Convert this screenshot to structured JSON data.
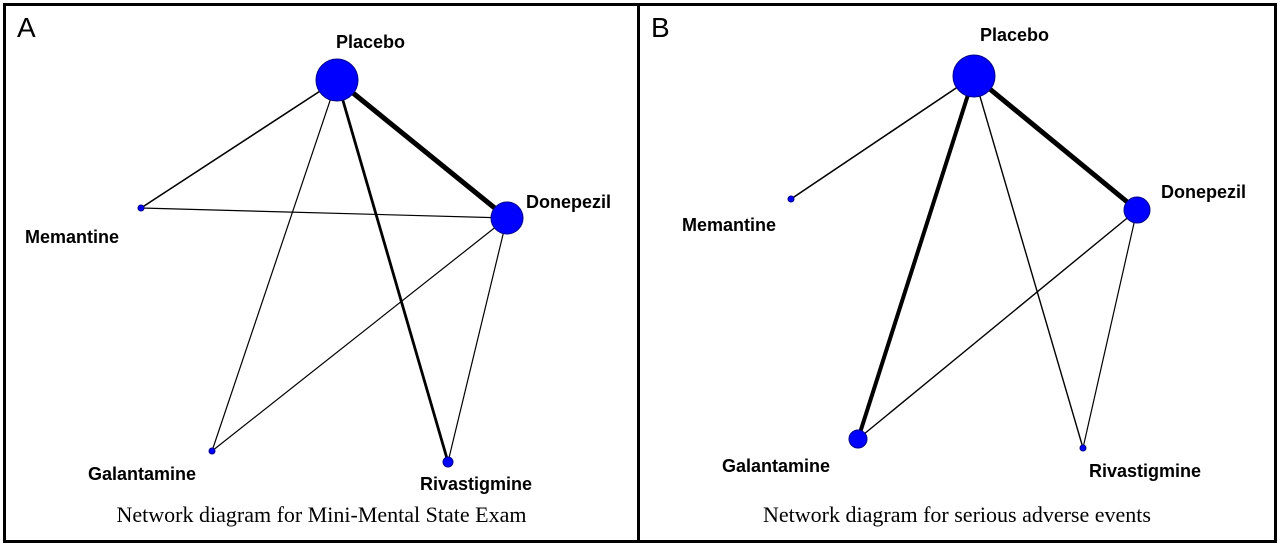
{
  "panels": [
    {
      "letter": "A",
      "caption": "Network diagram for Mini-Mental State Exam",
      "nodes": [
        {
          "id": "placebo",
          "label": "Placebo"
        },
        {
          "id": "donepezil",
          "label": "Donepezil"
        },
        {
          "id": "memantine",
          "label": "Memantine"
        },
        {
          "id": "galantamine",
          "label": "Galantamine"
        },
        {
          "id": "rivastigmine",
          "label": "Rivastigmine"
        }
      ],
      "edges": [
        {
          "from": "placebo",
          "to": "donepezil"
        },
        {
          "from": "placebo",
          "to": "memantine"
        },
        {
          "from": "placebo",
          "to": "galantamine"
        },
        {
          "from": "placebo",
          "to": "rivastigmine"
        },
        {
          "from": "memantine",
          "to": "donepezil"
        },
        {
          "from": "donepezil",
          "to": "galantamine"
        },
        {
          "from": "donepezil",
          "to": "rivastigmine"
        }
      ]
    },
    {
      "letter": "B",
      "caption": "Network diagram for serious adverse events",
      "nodes": [
        {
          "id": "placebo",
          "label": "Placebo"
        },
        {
          "id": "donepezil",
          "label": "Donepezil"
        },
        {
          "id": "memantine",
          "label": "Memantine"
        },
        {
          "id": "galantamine",
          "label": "Galantamine"
        },
        {
          "id": "rivastigmine",
          "label": "Rivastigmine"
        }
      ],
      "edges": [
        {
          "from": "placebo",
          "to": "donepezil"
        },
        {
          "from": "placebo",
          "to": "memantine"
        },
        {
          "from": "placebo",
          "to": "galantamine"
        },
        {
          "from": "placebo",
          "to": "rivastigmine"
        },
        {
          "from": "donepezil",
          "to": "galantamine"
        },
        {
          "from": "donepezil",
          "to": "rivastigmine"
        }
      ]
    }
  ],
  "colors": {
    "node_fill": "#0000ff",
    "node_stroke": "#00008b",
    "edge": "#000000",
    "border": "#000000"
  }
}
